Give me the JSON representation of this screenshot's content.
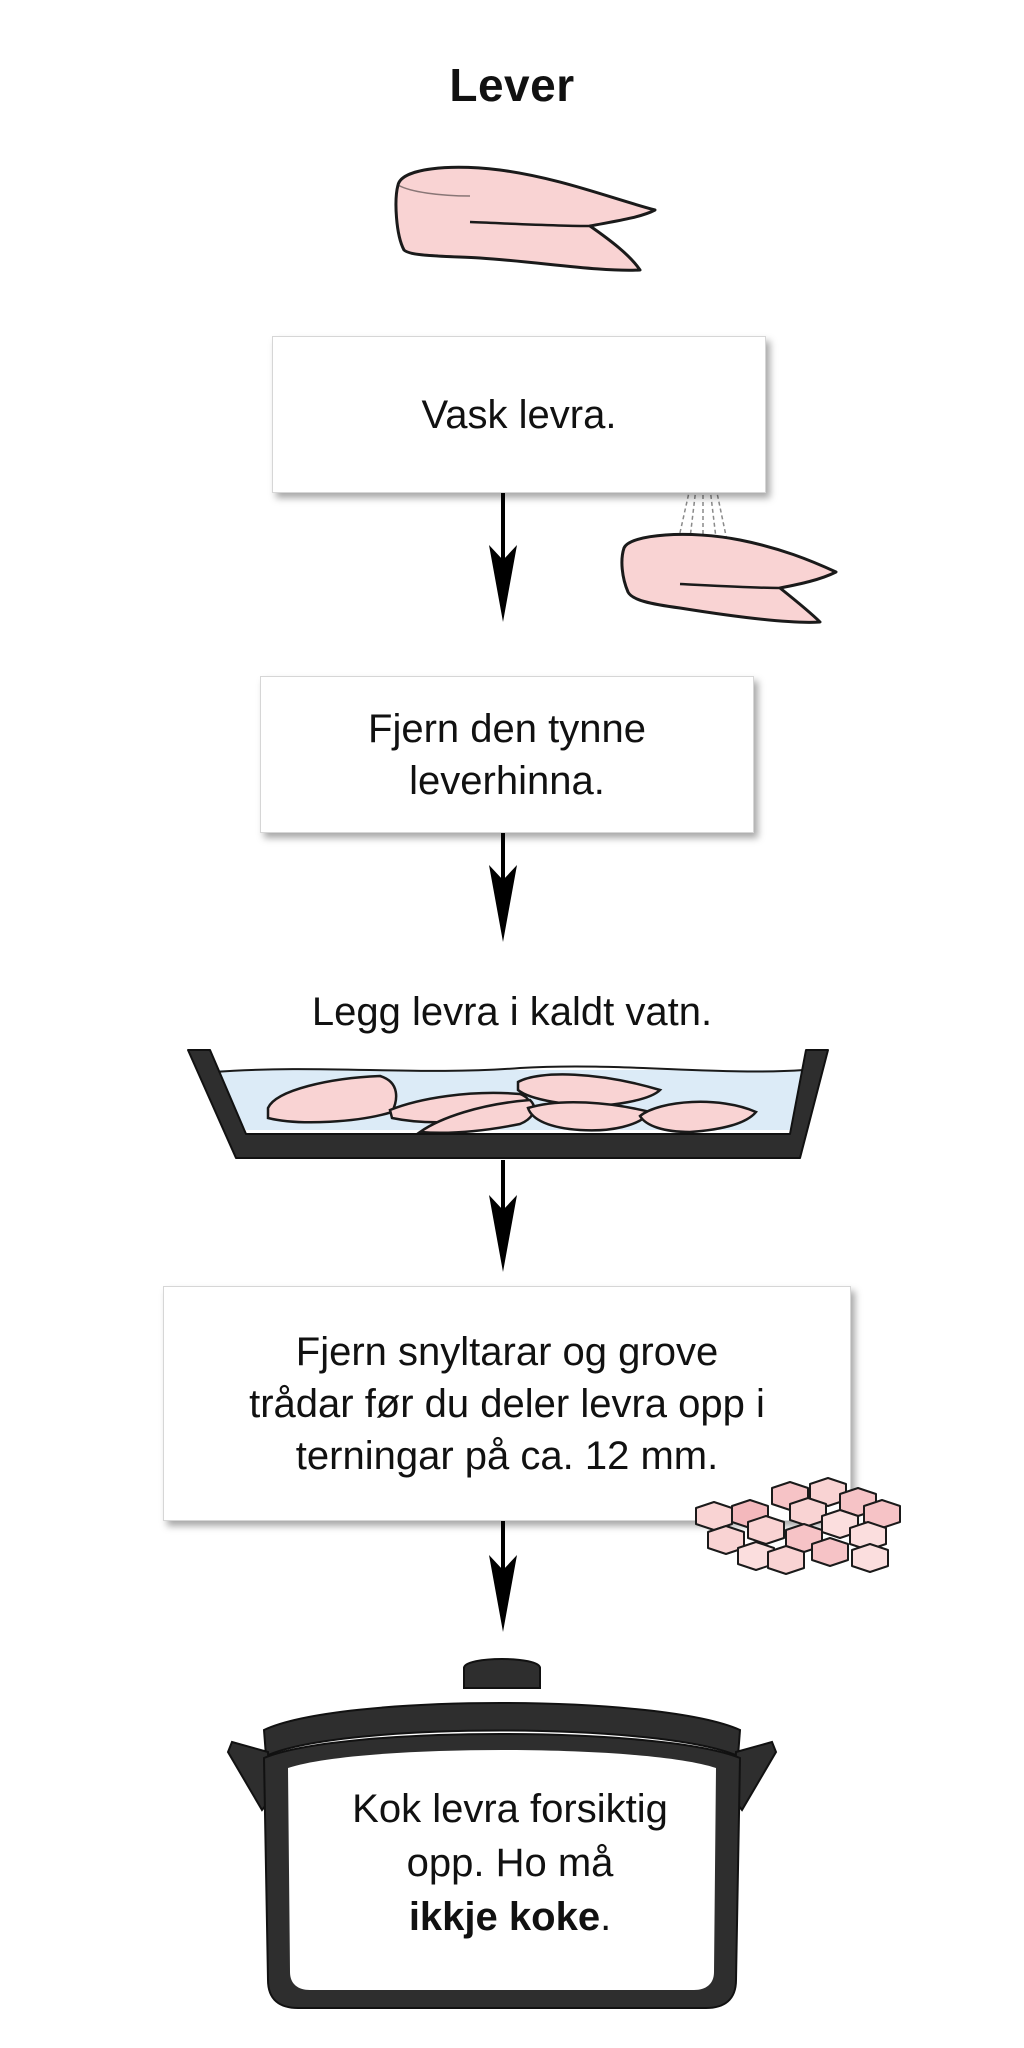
{
  "title": "Lever",
  "steps": {
    "wash": "Vask levra.",
    "membrane": "Fjern den tynne\nleverhinna.",
    "soak": "Legg levra i kaldt vatn.",
    "cut": "Fjern snyltarar og grove\ntrådar før du deler levra opp i\nterningar på ca. 12 mm.",
    "cook_line1": "Kok levra forsiktig",
    "cook_line2": "opp. Ho må",
    "cook_bold": "ikkje koke",
    "cook_end": "."
  },
  "colors": {
    "liver_fill": "#f9d3d3",
    "liver_stroke": "#1a1a1a",
    "water": "#dcebf7",
    "pan": "#2e2e2e",
    "pot": "#333333",
    "faucet": "#b9bcc0"
  },
  "icons": [
    "liver-icon",
    "faucet-icon",
    "water-pan-icon",
    "liver-cubes-icon",
    "cooking-pot-icon",
    "arrow-down-icon"
  ]
}
